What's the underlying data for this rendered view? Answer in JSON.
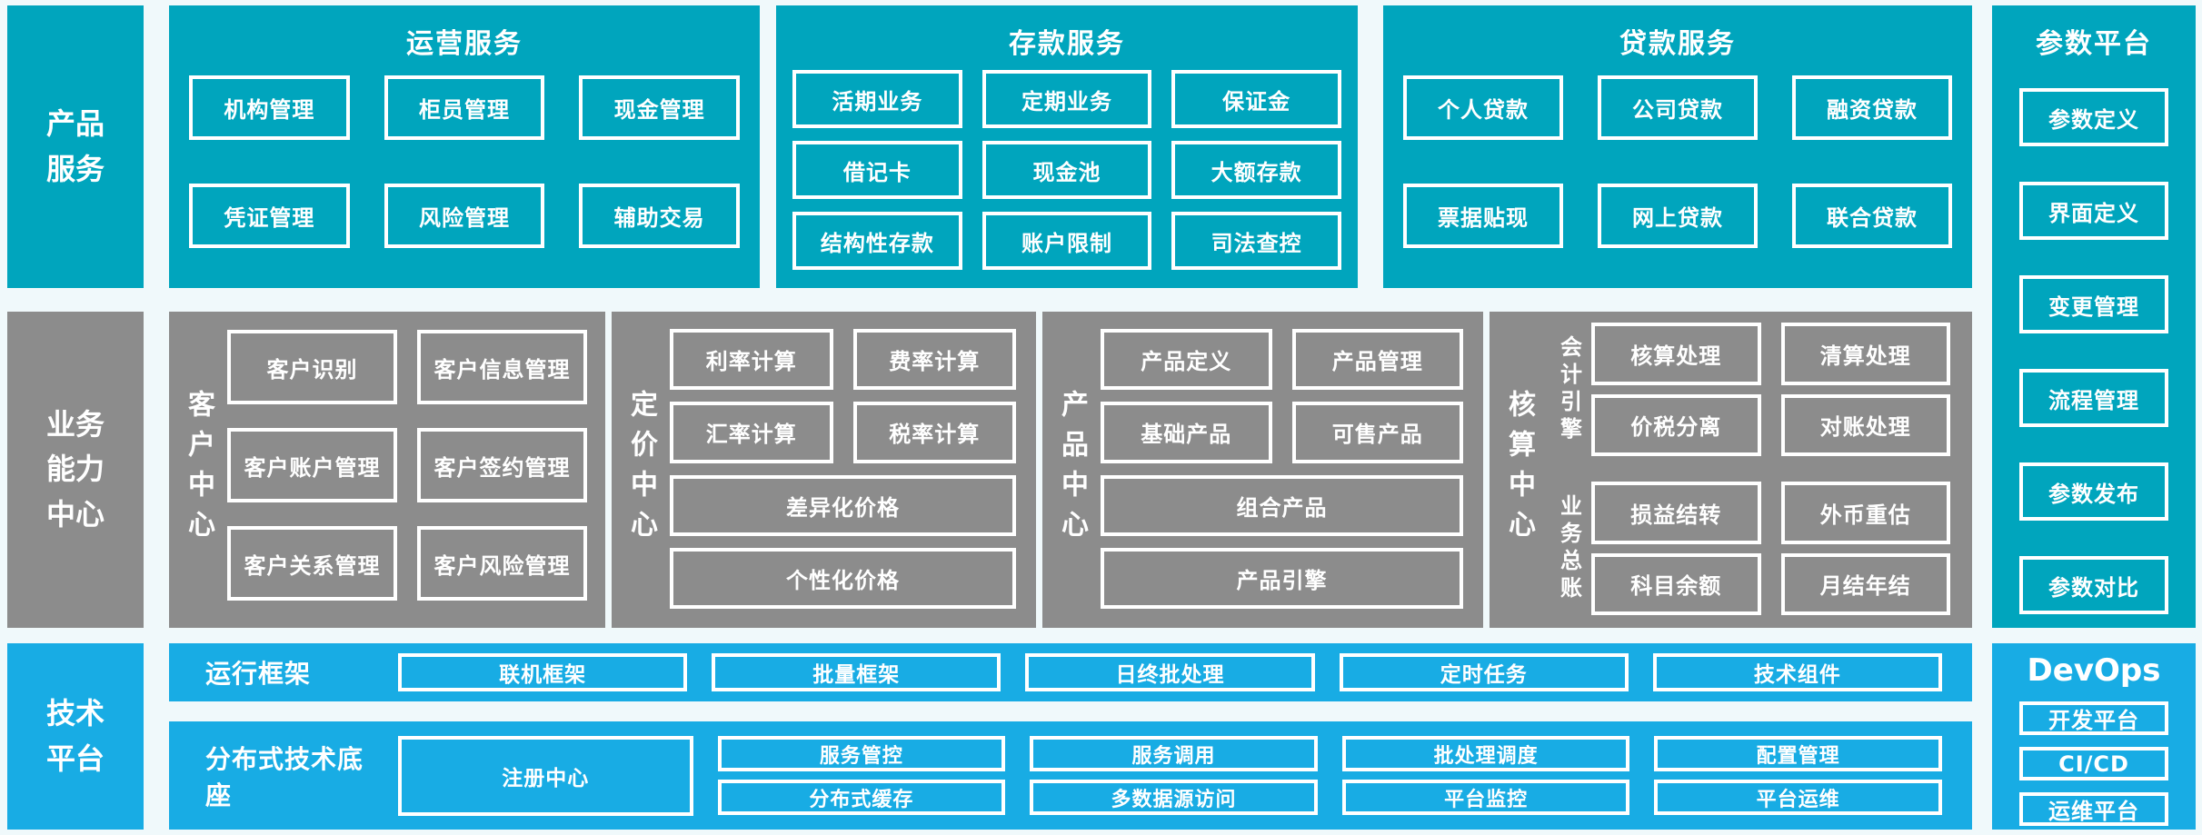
{
  "palette": {
    "teal": "#00a5bd",
    "gray": "#8c8c8c",
    "blue": "#18ace4",
    "bg": "#f0f9fb",
    "white": "#ffffff"
  },
  "sidebar_labels": {
    "product": "产品\n服务",
    "business": "业务\n能力\n中心",
    "tech": "技术\n平台"
  },
  "operations": {
    "title": "运营服务",
    "buttons": [
      "机构管理",
      "柜员管理",
      "现金管理",
      "凭证管理",
      "风险管理",
      "辅助交易"
    ]
  },
  "deposit": {
    "title": "存款服务",
    "buttons": [
      "活期业务",
      "定期业务",
      "保证金",
      "借记卡",
      "现金池",
      "大额存款",
      "结构性存款",
      "账户限制",
      "司法查控"
    ]
  },
  "loan": {
    "title": "贷款服务",
    "buttons": [
      "个人贷款",
      "公司贷款",
      "融资贷款",
      "票据贴现",
      "网上贷款",
      "联合贷款"
    ]
  },
  "param_platform": {
    "title": "参数平台",
    "buttons": [
      "参数定义",
      "界面定义",
      "变更管理",
      "流程管理",
      "参数发布",
      "参数对比"
    ]
  },
  "customer_center": {
    "label": "客户中心",
    "buttons": [
      "客户识别",
      "客户信息管理",
      "客户账户管理",
      "客户签约管理",
      "客户关系管理",
      "客户风险管理"
    ]
  },
  "pricing_center": {
    "label": "定价中心",
    "buttons": [
      "利率计算",
      "费率计算",
      "汇率计算",
      "税率计算"
    ],
    "wide_buttons": [
      "差异化价格",
      "个性化价格"
    ]
  },
  "product_center": {
    "label": "产品中心",
    "buttons": [
      "产品定义",
      "产品管理",
      "基础产品",
      "可售产品"
    ],
    "wide_buttons": [
      "组合产品",
      "产品引擎"
    ]
  },
  "accounting_center": {
    "label": "核算中心",
    "groups": [
      {
        "label": "会计引擎",
        "buttons": [
          "核算处理",
          "清算处理",
          "价税分离",
          "对账处理"
        ]
      },
      {
        "label": "业务总账",
        "buttons": [
          "损益结转",
          "外币重估",
          "科目余额",
          "月结年结"
        ]
      }
    ]
  },
  "runtime_framework": {
    "label": "运行框架",
    "buttons": [
      "联机框架",
      "批量框架",
      "日终批处理",
      "定时任务",
      "技术组件"
    ]
  },
  "distributed_base": {
    "label": "分布式技术底座",
    "registry_button": "注册中心",
    "columns": [
      [
        "服务管控",
        "分布式缓存"
      ],
      [
        "服务调用",
        "多数据源访问"
      ],
      [
        "批处理调度",
        "平台监控"
      ],
      [
        "配置管理",
        "平台运维"
      ]
    ]
  },
  "devops": {
    "title": "DevOps",
    "buttons": [
      "开发平台",
      "CI/CD",
      "运维平台"
    ]
  }
}
